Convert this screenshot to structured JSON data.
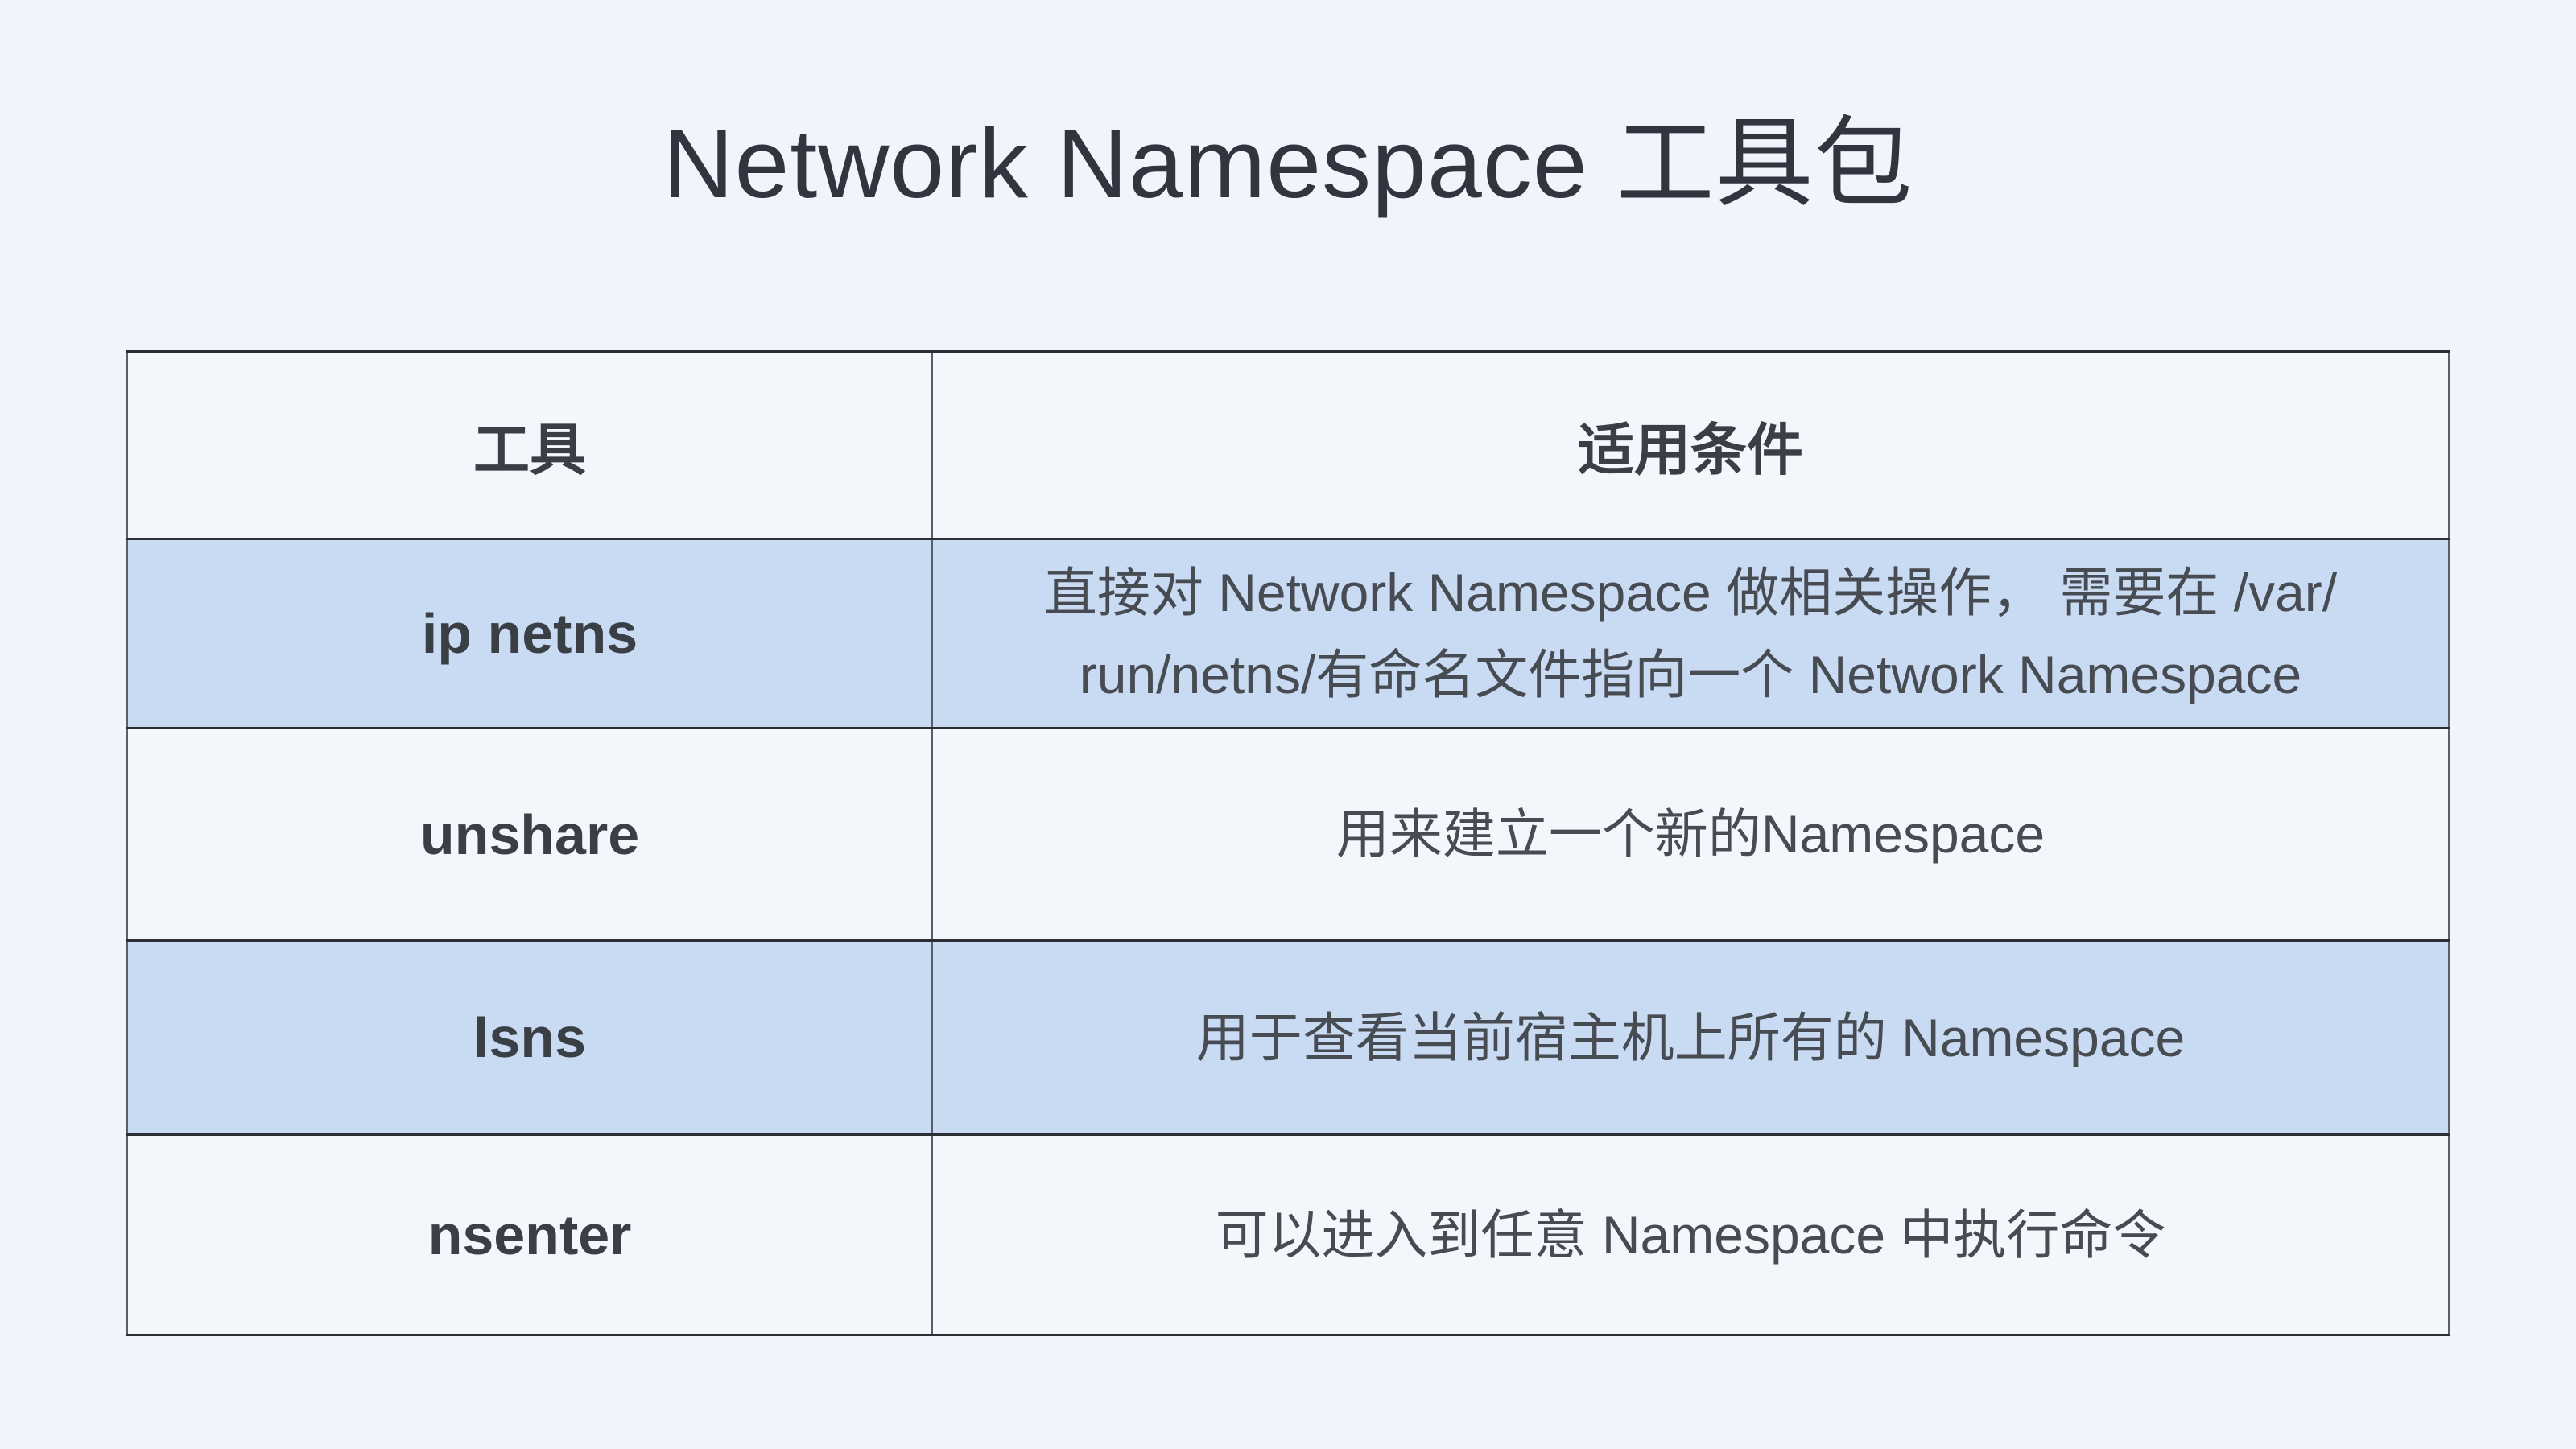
{
  "page": {
    "title": "Network Namespace 工具包",
    "background_color": "#f1f4fa",
    "highlight_row_color": "#c9daf3",
    "plain_row_color": "#f3f6fb",
    "text_color": "#3a3e45"
  },
  "table": {
    "columns": [
      "工具",
      "适用条件"
    ],
    "rows": [
      {
        "tool": "ip netns",
        "condition": "直接对 Network Namespace 做相关操作， 需要在 /var/\nrun/netns/有命名文件指向一个 Network Namespace",
        "highlighted": true
      },
      {
        "tool": "unshare",
        "condition": "用来建立一个新的Namespace",
        "highlighted": false
      },
      {
        "tool": "lsns",
        "condition": "用于查看当前宿主机上所有的 Namespace",
        "highlighted": true
      },
      {
        "tool": "nsenter",
        "condition": "可以进入到任意 Namespace 中执行命令",
        "highlighted": false
      }
    ]
  }
}
